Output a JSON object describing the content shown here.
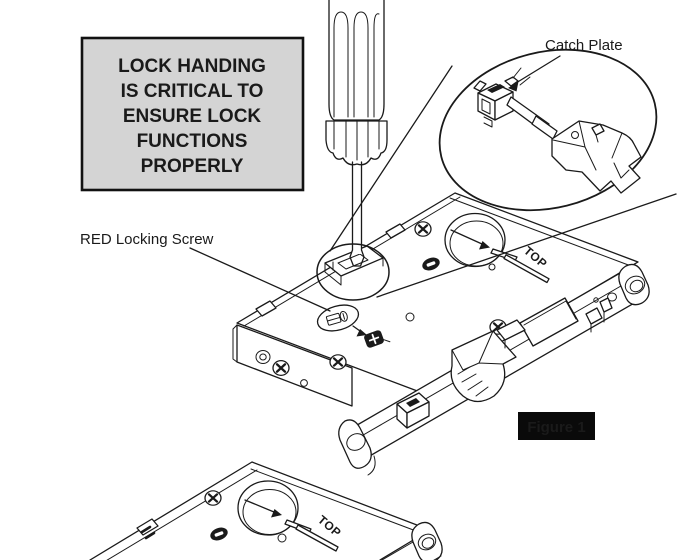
{
  "colors": {
    "line": "#1a1a1a",
    "background": "#ffffff",
    "warning_fill": "#d4d4d4",
    "warning_border": "#111111",
    "badge_bg": "#0a0a0a",
    "badge_text": "#ffffff"
  },
  "warning_box": {
    "lines": [
      "LOCK HANDING",
      "IS CRITICAL TO",
      "ENSURE LOCK",
      "FUNCTIONS",
      "PROPERLY"
    ]
  },
  "callouts": {
    "catch_plate": {
      "label": "Catch Plate"
    },
    "red_locking_screw": {
      "label": "RED Locking Screw"
    }
  },
  "figure_badge": {
    "label": "Figure 1"
  },
  "lock": {
    "top_marking": "TOP"
  }
}
